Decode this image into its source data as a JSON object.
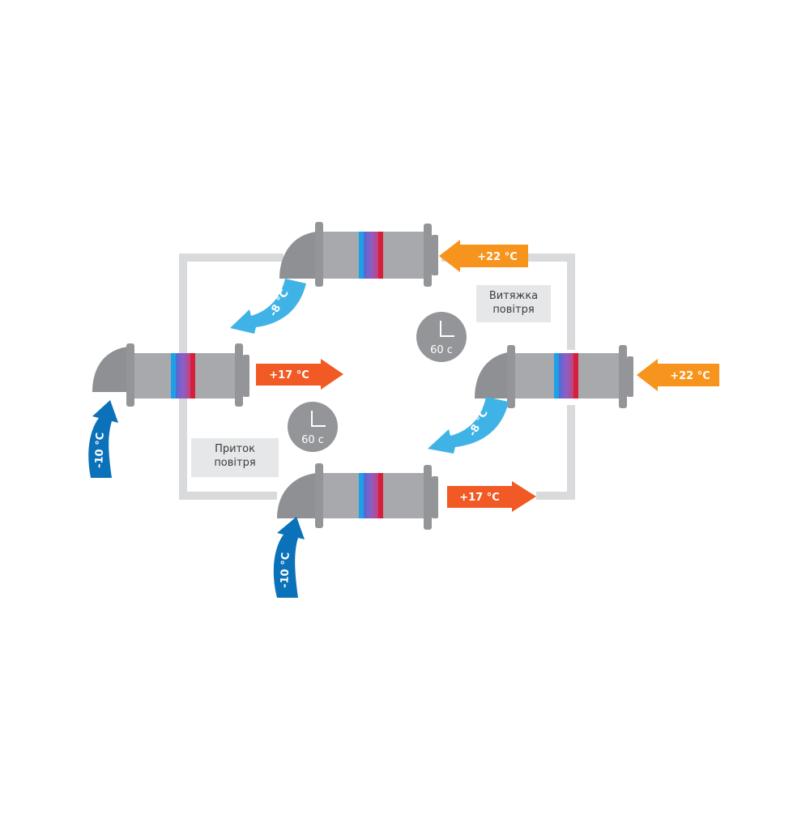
{
  "labels": {
    "exhaust_line1": "Витяжка",
    "exhaust_line2": "повітря",
    "supply_line1": "Приток",
    "supply_line2": "повітря"
  },
  "timers": {
    "top": "60 с",
    "left": "60 с"
  },
  "arrows": {
    "room_in_top": "+22 °C",
    "room_in_right": "+22 °C",
    "supply_out_left": "+17 °C",
    "supply_out_bottom": "+17 °C",
    "exhaust_out_top": "-8 °C",
    "exhaust_out_right": "-8 °C",
    "outdoor_in_left": "-10 °C",
    "outdoor_in_bottom": "-10 °C"
  },
  "colors": {
    "duct": "#d9dadb",
    "unit_body": "#a7a9ac",
    "unit_flange": "#939598",
    "hood": "#8e9093",
    "hot_orange": "#f7941d",
    "warm_red": "#f15a24",
    "cool_light_blue": "#3fb3e5",
    "cold_blue": "#0b72b9",
    "clock": "#939598",
    "label_bg": "#e6e7e8"
  }
}
